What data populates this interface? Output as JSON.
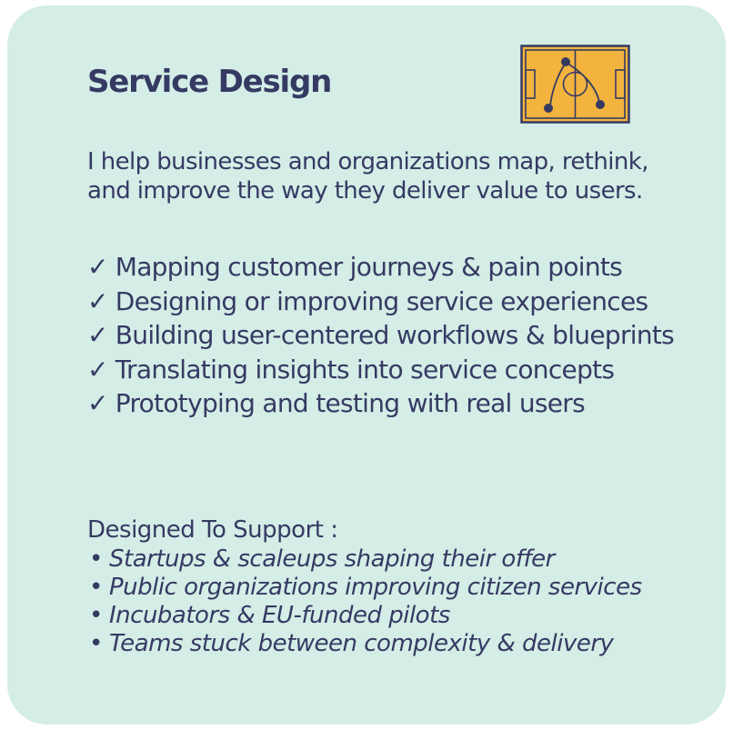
{
  "card": {
    "title": "Service Design",
    "intro": "I help businesses and organizations map, rethink, and improve the way they deliver value to users.",
    "icon": "football-field-strategy-icon",
    "check_glyph": "✓",
    "features": [
      "Mapping customer journeys & pain points",
      "Designing or improving service experiences",
      "Building user-centered workflows & blueprints",
      "Translating insights into service concepts",
      "Prototyping and testing with real users"
    ],
    "support_title": "Designed To Support :",
    "bullet_glyph": "•",
    "audiences": [
      "Startups & scaleups shaping their offer",
      "Public organizations improving citizen services",
      "Incubators & EU-funded pilots",
      "Teams stuck between complexity & delivery"
    ]
  },
  "colors": {
    "card_background": "#d4ede6",
    "text": "#353a63",
    "icon_fill": "#f2b43e",
    "icon_stroke": "#353a63"
  }
}
